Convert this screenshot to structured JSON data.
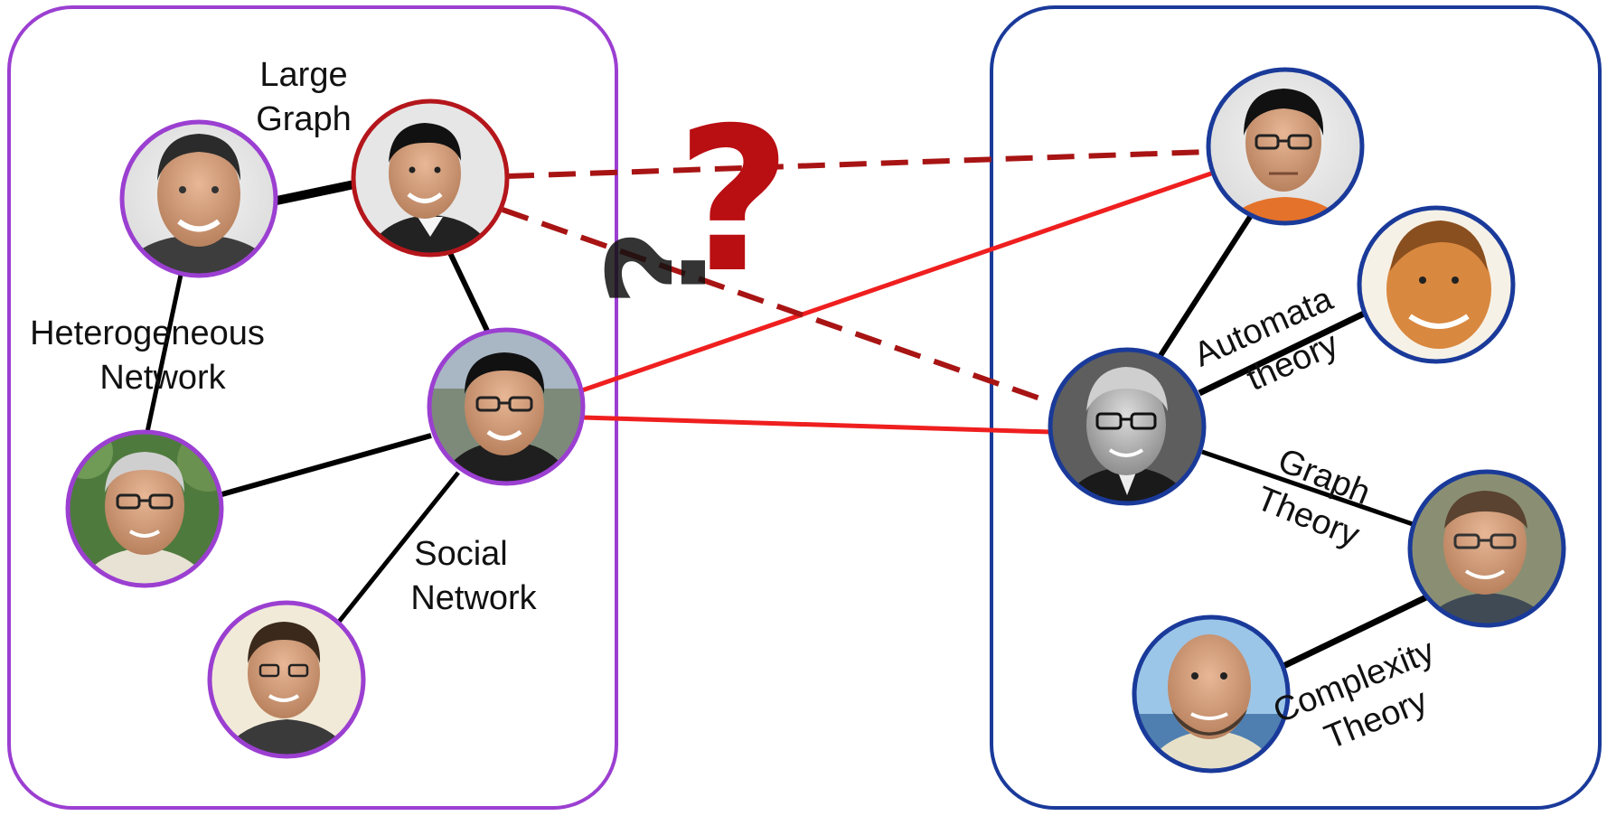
{
  "colors": {
    "left_group": "#9b3fd1",
    "right_group": "#1a3a9a",
    "question": "#b90e12",
    "query_node": "#b4161b",
    "link_predicted": "#a81414",
    "link_cross": "#ef1f1f",
    "link_intra": "#000000",
    "shadow": "#c7c7c7"
  },
  "question_mark": {
    "symbol": "?"
  },
  "left_network": {
    "labels": {
      "large_graph": [
        "Large",
        "Graph"
      ],
      "heterogeneous_network": [
        "Heterogeneous",
        "Network"
      ],
      "social_network": [
        "Social",
        "Network"
      ]
    },
    "people": [
      {
        "id": "P1",
        "role": "researcher-photo"
      },
      {
        "id": "P2",
        "role": "query-researcher-photo"
      },
      {
        "id": "P3",
        "role": "researcher-photo"
      },
      {
        "id": "P4",
        "role": "researcher-photo"
      },
      {
        "id": "P5",
        "role": "researcher-photo"
      }
    ]
  },
  "right_network": {
    "labels": {
      "automata_theory": [
        "Automata",
        "theory"
      ],
      "graph_theory": [
        "Graph",
        "Theory"
      ],
      "complexity_theory": [
        "Complexity",
        "Theory"
      ]
    },
    "people": [
      {
        "id": "E1",
        "role": "researcher-photo"
      },
      {
        "id": "E2",
        "role": "researcher-photo"
      },
      {
        "id": "E3",
        "role": "researcher-photo"
      },
      {
        "id": "E4",
        "role": "researcher-photo"
      },
      {
        "id": "E5",
        "role": "researcher-photo"
      }
    ]
  }
}
